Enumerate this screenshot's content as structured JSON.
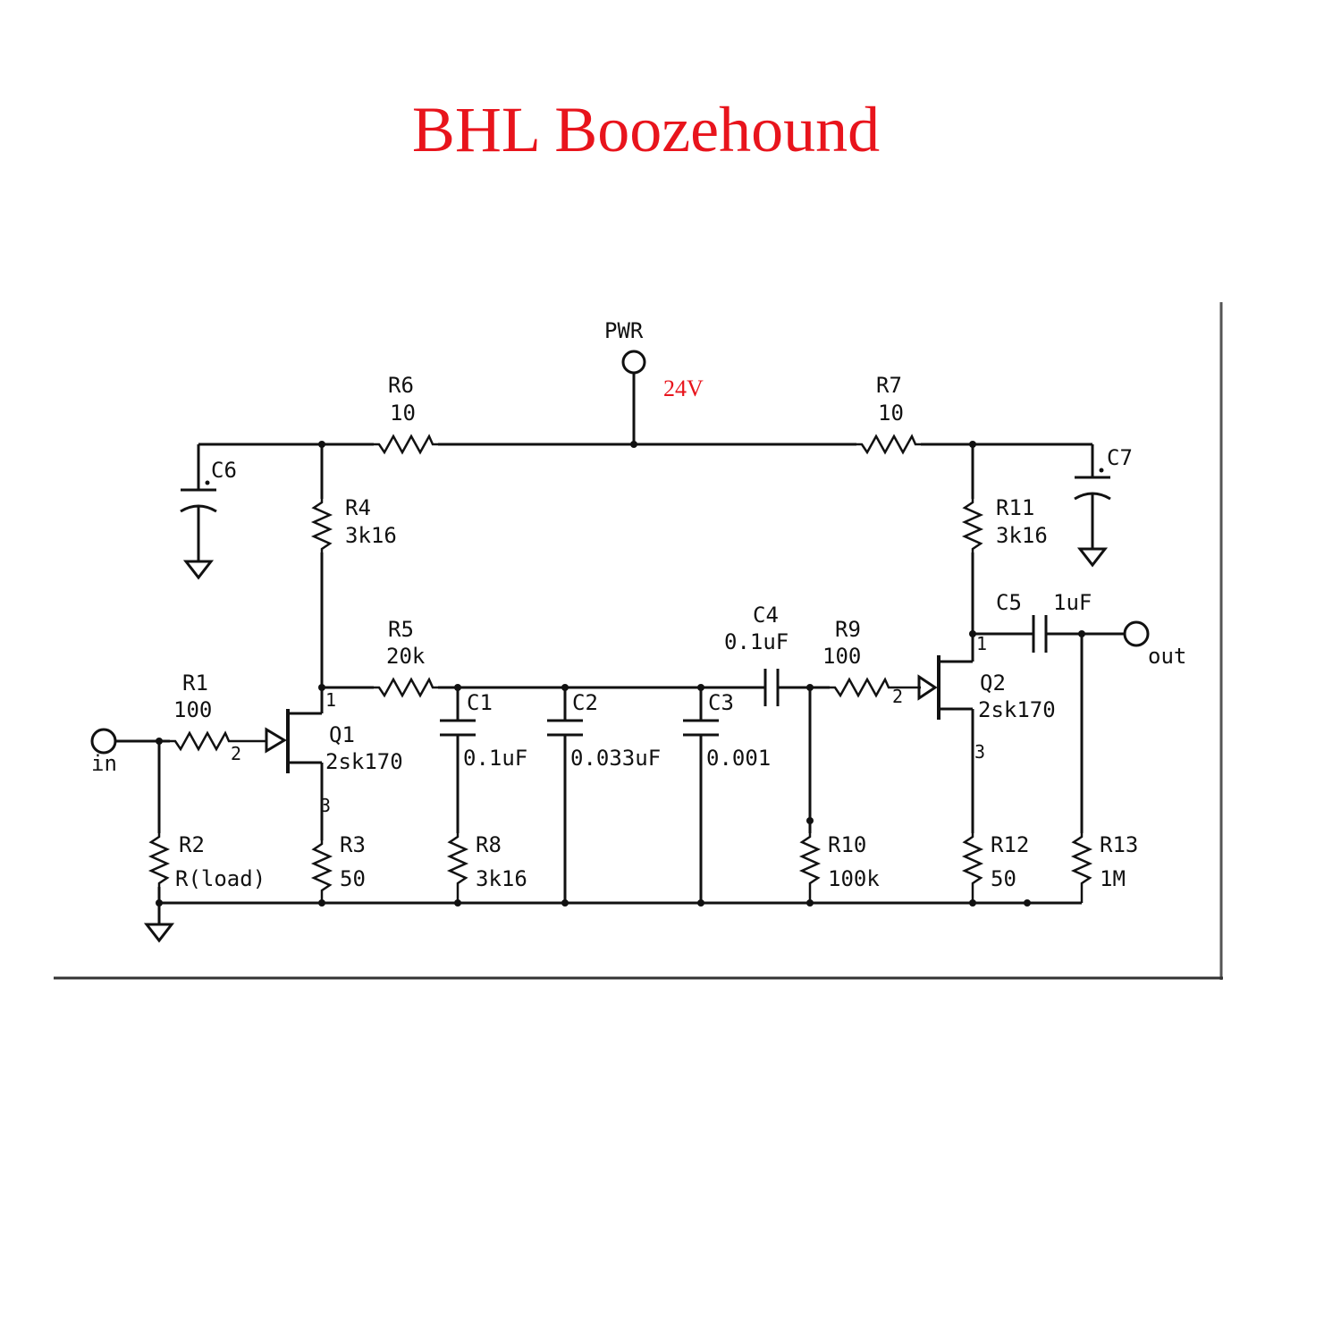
{
  "title": "BHL Boozehound",
  "colors": {
    "title": "#e8141c",
    "supply_note": "#e8141c",
    "wire": "#111111",
    "panel": "#ffffff"
  },
  "supply": {
    "label": "PWR",
    "voltage": "24V"
  },
  "ports": {
    "input": "in",
    "output": "out"
  },
  "transistors": {
    "q1": {
      "ref": "Q1",
      "part": "2sk170",
      "pin_drain": "1",
      "pin_gate": "2",
      "pin_source": "3"
    },
    "q2": {
      "ref": "Q2",
      "part": "2sk170",
      "pin_drain": "1",
      "pin_gate": "2",
      "pin_source": "3"
    }
  },
  "resistors": {
    "r1": {
      "ref": "R1",
      "value": "100"
    },
    "r2": {
      "ref": "R2",
      "value": "R(load)"
    },
    "r3": {
      "ref": "R3",
      "value": "50"
    },
    "r4": {
      "ref": "R4",
      "value": "3k16"
    },
    "r5": {
      "ref": "R5",
      "value": "20k"
    },
    "r6": {
      "ref": "R6",
      "value": "10"
    },
    "r7": {
      "ref": "R7",
      "value": "10"
    },
    "r8": {
      "ref": "R8",
      "value": "3k16"
    },
    "r9": {
      "ref": "R9",
      "value": "100"
    },
    "r10": {
      "ref": "R10",
      "value": "100k"
    },
    "r11": {
      "ref": "R11",
      "value": "3k16"
    },
    "r12": {
      "ref": "R12",
      "value": "50"
    },
    "r13": {
      "ref": "R13",
      "value": "1M"
    }
  },
  "capacitors": {
    "c1": {
      "ref": "C1",
      "value": "0.1uF"
    },
    "c2": {
      "ref": "C2",
      "value": "0.033uF"
    },
    "c3": {
      "ref": "C3",
      "value": "0.001"
    },
    "c4": {
      "ref": "C4",
      "value": "0.1uF"
    },
    "c5": {
      "ref": "C5",
      "value": "1uF"
    },
    "c6": {
      "ref": "C6"
    },
    "c7": {
      "ref": "C7"
    }
  }
}
